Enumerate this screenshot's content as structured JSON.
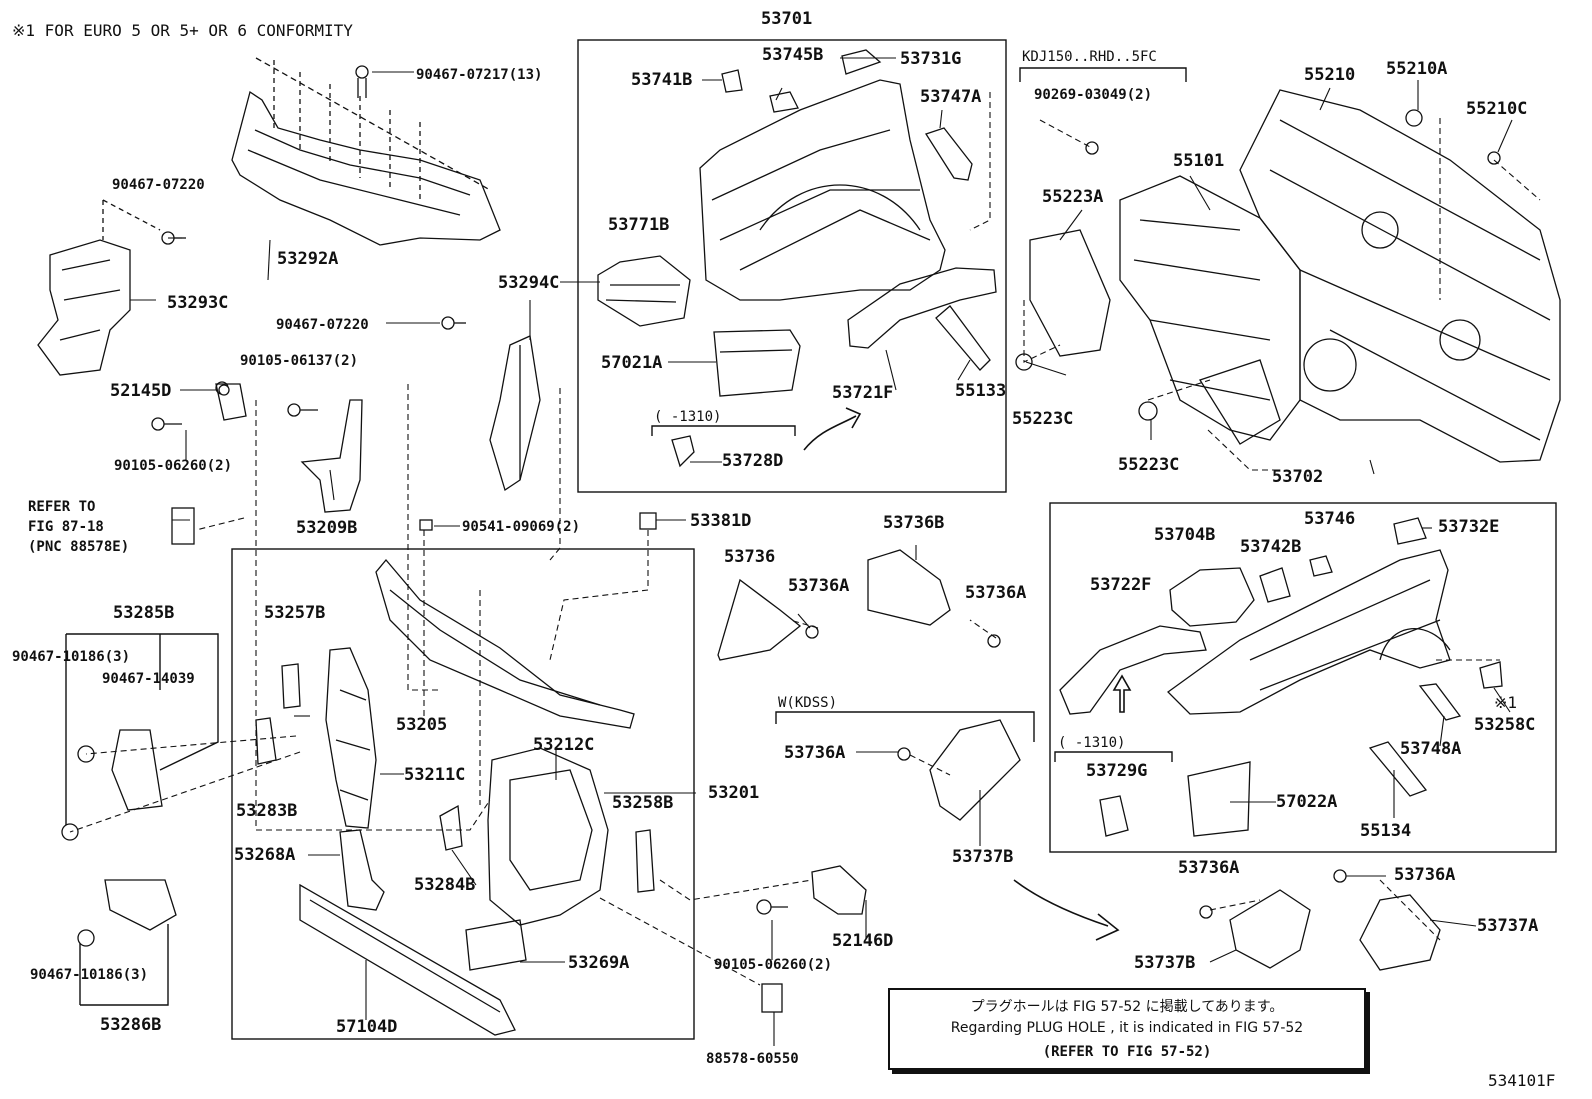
{
  "header_note": "※1 FOR EURO 5 OR 5+ OR 6 CONFORMITY",
  "diagram_id": "534101F",
  "groups": {
    "kdj150": "KDJ150..RHD..5FC",
    "kdss": "W(KDSS)",
    "date_left": "(     -1310)",
    "date_right": "(     -1310)"
  },
  "refer_block": {
    "line1": "REFER TO",
    "line2": "FIG 87-18",
    "line3": "(PNC 88578E)"
  },
  "plug_note": {
    "jp": "プラグホールは FIG 57-52 に掲載してあります。",
    "en": "Regarding  PLUG  HOLE , it is indicated in FIG  57-52",
    "ref": "(REFER TO FIG 57-52)"
  },
  "labels": {
    "p53701": "53701",
    "p53745B": "53745B",
    "p53731G": "53731G",
    "p53741B": "53741B",
    "p53747A": "53747A",
    "p53771B": "53771B",
    "p57021A": "57021A",
    "p53721F": "53721F",
    "p55133": "55133",
    "p53728D": "53728D",
    "p90269": "90269-03049(2)",
    "p55210": "55210",
    "p55210A": "55210A",
    "p55210C": "55210C",
    "p55101": "55101",
    "p55223A": "55223A",
    "p55223C_1": "55223C",
    "p55223C_2": "55223C",
    "p90467_07217": "90467-07217(13)",
    "p90467_07220_1": "90467-07220",
    "p53292A": "53292A",
    "p53293C": "53293C",
    "p90467_07220_2": "90467-07220",
    "p53294C": "53294C",
    "p90105_06137": "90105-06137(2)",
    "p52145D": "52145D",
    "p90105_06260_1": "90105-06260(2)",
    "p53209B": "53209B",
    "p90541": "90541-09069(2)",
    "p53381D": "53381D",
    "p53285B": "53285B",
    "p90467_10186_1": "90467-10186(3)",
    "p90467_14039": "90467-14039",
    "p53257B": "53257B",
    "p53205": "53205",
    "p53211C": "53211C",
    "p53283B": "53283B",
    "p53212C": "53212C",
    "p53258B": "53258B",
    "p53201": "53201",
    "p53268A": "53268A",
    "p53284B": "53284B",
    "p53269A": "53269A",
    "p57104D": "57104D",
    "p90467_10186_2": "90467-10186(3)",
    "p53286B": "53286B",
    "p88578": "88578-60550",
    "p52146D": "52146D",
    "p90105_06260_2": "90105-06260(2)",
    "p53736": "53736",
    "p53736A_1": "53736A",
    "p53736B": "53736B",
    "p53736A_2": "53736A",
    "p53736A_3": "53736A",
    "p53737B_1": "53737B",
    "p53736A_4": "53736A",
    "p53736A_5": "53736A",
    "p53737B_2": "53737B",
    "p53737A": "53737A",
    "p53702": "53702",
    "p53704B": "53704B",
    "p53746": "53746",
    "p53742B": "53742B",
    "p53732E": "53732E",
    "p53722F": "53722F",
    "p53729G": "53729G",
    "p57022A": "57022A",
    "p55134": "55134",
    "p53748A": "53748A",
    "p53258C": "53258C",
    "p_note1": "※1"
  }
}
